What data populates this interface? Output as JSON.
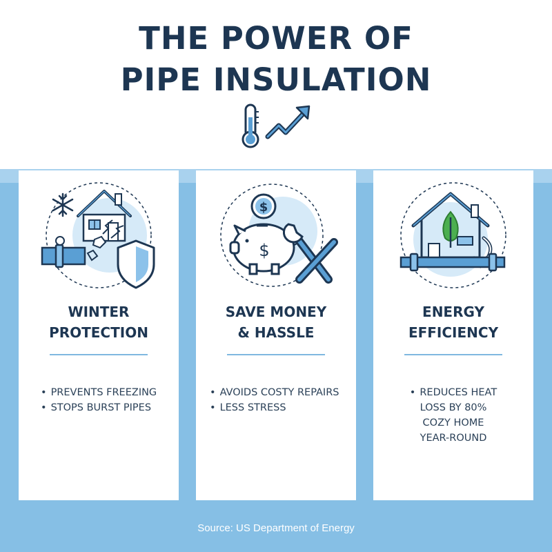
{
  "title": {
    "line1": "THE POWER OF",
    "line2": "PIPE INSULATION"
  },
  "header_icons": [
    "thermometer-icon",
    "trend-up-arrow-icon"
  ],
  "colors": {
    "navy": "#1d3652",
    "light_blue": "#86bfe5",
    "accent_blue": "#5a9fd4",
    "green_leaf": "#4caf50"
  },
  "cards": [
    {
      "title_line1": "WINTER",
      "title_line2": "PROTECTION",
      "icons": [
        "snowflake-icon",
        "house-icon",
        "burst-pipe-icon",
        "shield-icon"
      ],
      "bullets": [
        "PREVENTS FREEZING",
        "STOPS BURST PIPES"
      ]
    },
    {
      "title_line1": "SAVE MONEY",
      "title_line2": "& HASSLE",
      "icons": [
        "dollar-coin-icon",
        "piggy-bank-icon",
        "wrench-icon",
        "screwdriver-icon"
      ],
      "bullets": [
        "AVOIDS COSTY REPAIRS",
        "LESS STRESS"
      ]
    },
    {
      "title_line1": "ENERGY",
      "title_line2": "EFFICIENCY",
      "icons": [
        "house-icon",
        "leaf-icon",
        "insulated-pipe-icon",
        "return-arrow-icon"
      ],
      "bullets": [
        "REDUCES HEAT",
        "LOSS BY 80%",
        "COZY HOME",
        "YEAR-ROUND"
      ]
    }
  ],
  "source": "Source: US Department of Energy"
}
